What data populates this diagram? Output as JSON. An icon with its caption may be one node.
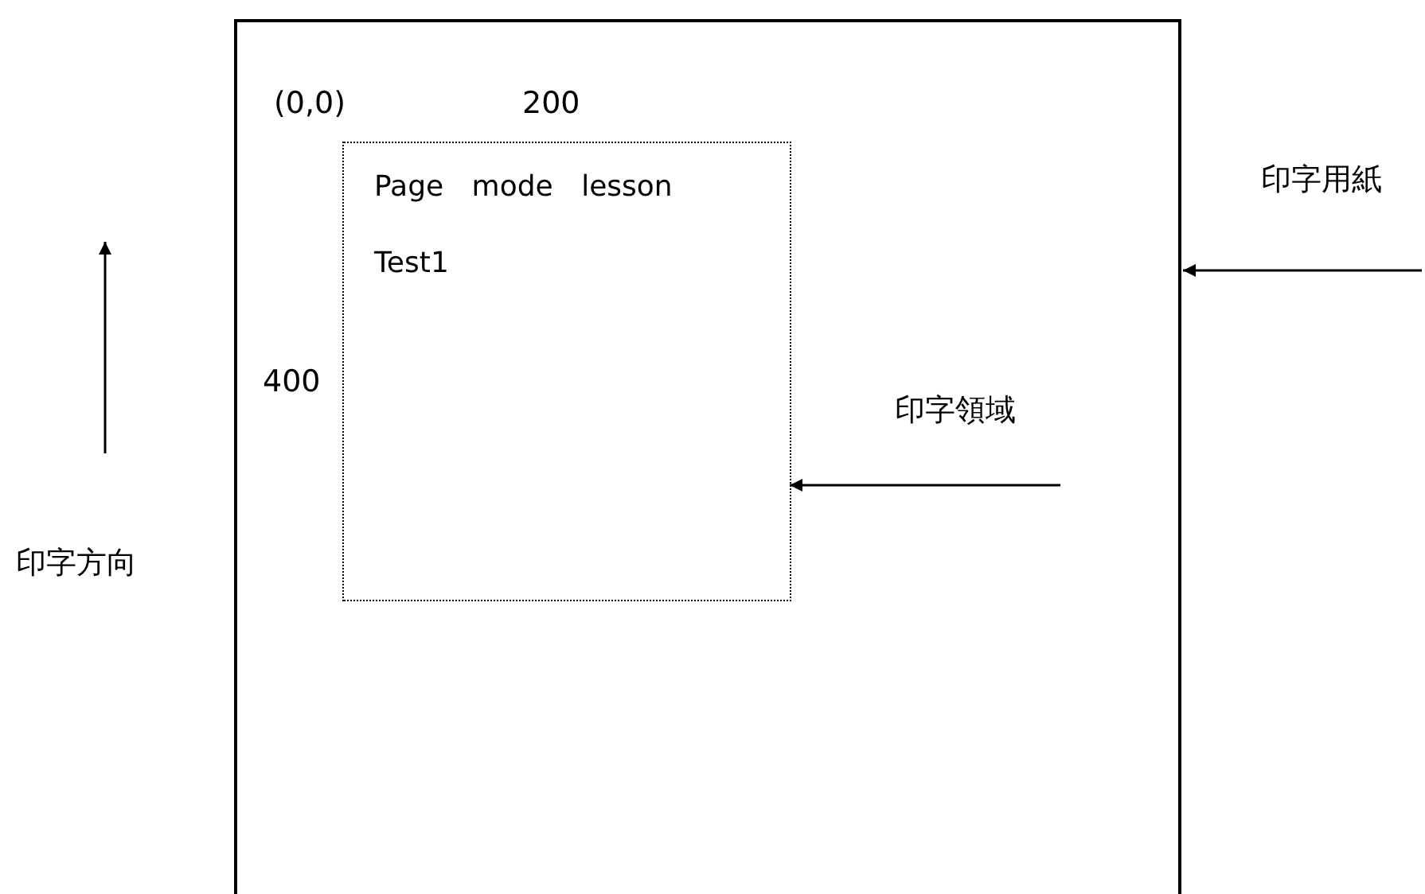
{
  "diagram": {
    "nodes": [
      {
        "text": [],
        "shape": "box"
      },
      {
        "text": [
          "Page mode lesson",
          "Test1"
        ],
        "in": 0
      },
      {
        "text": [
          "印字用紙"
        ]
      },
      {
        "text": [
          "印字領域"
        ],
        "in": 0
      }
    ],
    "edges": [
      {
        "from": 2,
        "to": 0,
        "arrow": "to"
      },
      {
        "from": 3,
        "to": 1,
        "arrow": "to"
      }
    ],
    "labels": [
      "(0,0)",
      "200",
      "400",
      "印字方向"
    ]
  }
}
